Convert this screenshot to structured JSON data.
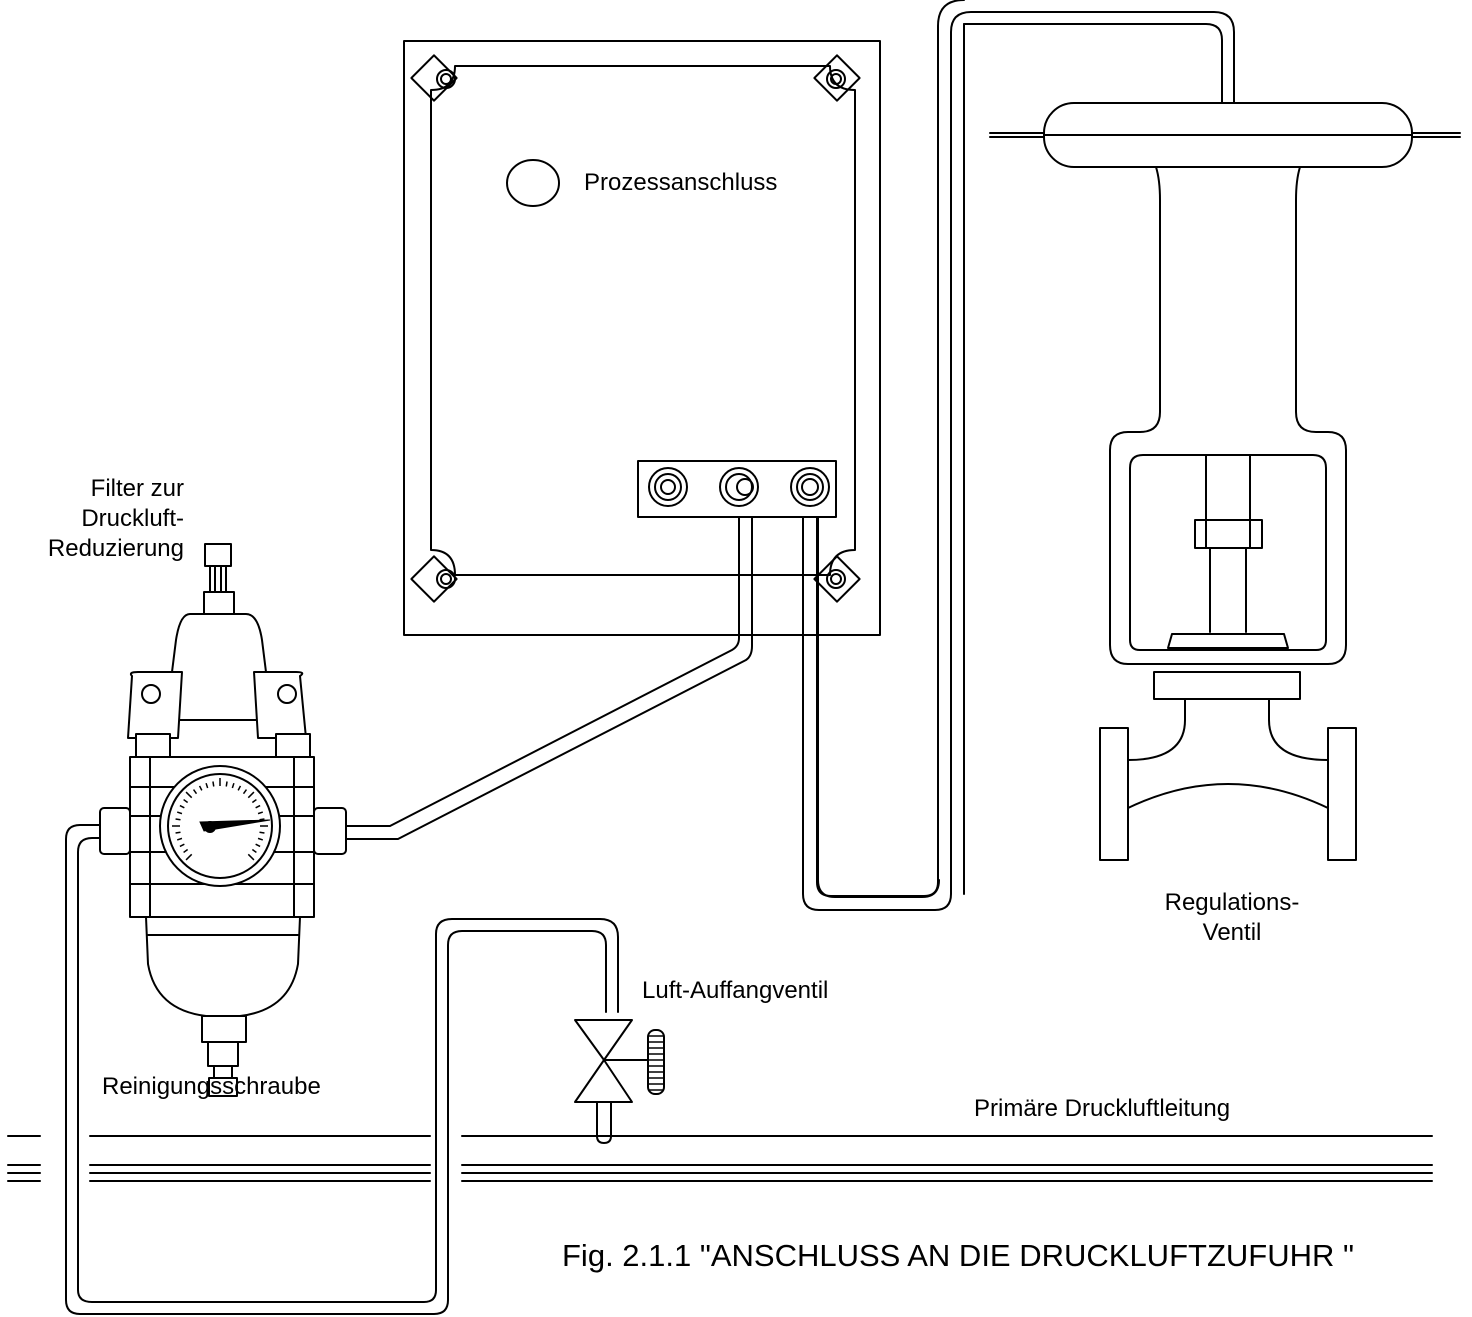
{
  "labels": {
    "filter": "Filter zur\nDruckluft-\nReduzierung",
    "prozess": "Prozessanschluss",
    "cleaning": "Reinigungsschraube",
    "regulation": "Regulations-\nVentil",
    "trap": "Luft-Auffangventil",
    "primary_line": "Primäre Druckluftleitung",
    "caption": "Fig. 2.1.1 \"ANSCHLUSS AN DIE DRUCKLUFTZUFUHR \""
  }
}
